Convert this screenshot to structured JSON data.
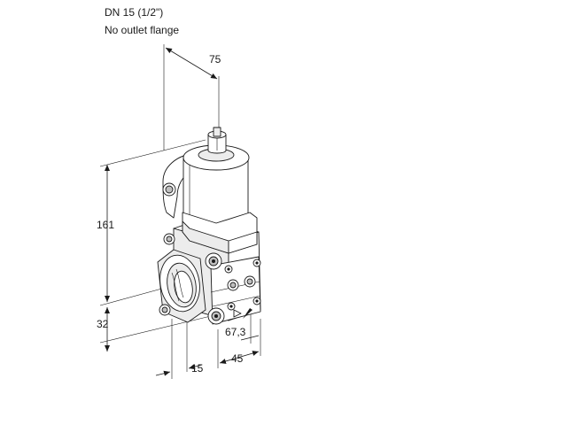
{
  "caption": {
    "line1": "DN 15 (1/2\")",
    "line2": "No outlet flange"
  },
  "dimensions": {
    "width_top": "75",
    "height_body": "161",
    "height_base": "32",
    "inlet_offset": "15",
    "depth": "45",
    "outlet_offset": "67,3"
  },
  "colors": {
    "line": "#1a1a1a",
    "shade": "#ececec",
    "background": "#ffffff"
  }
}
